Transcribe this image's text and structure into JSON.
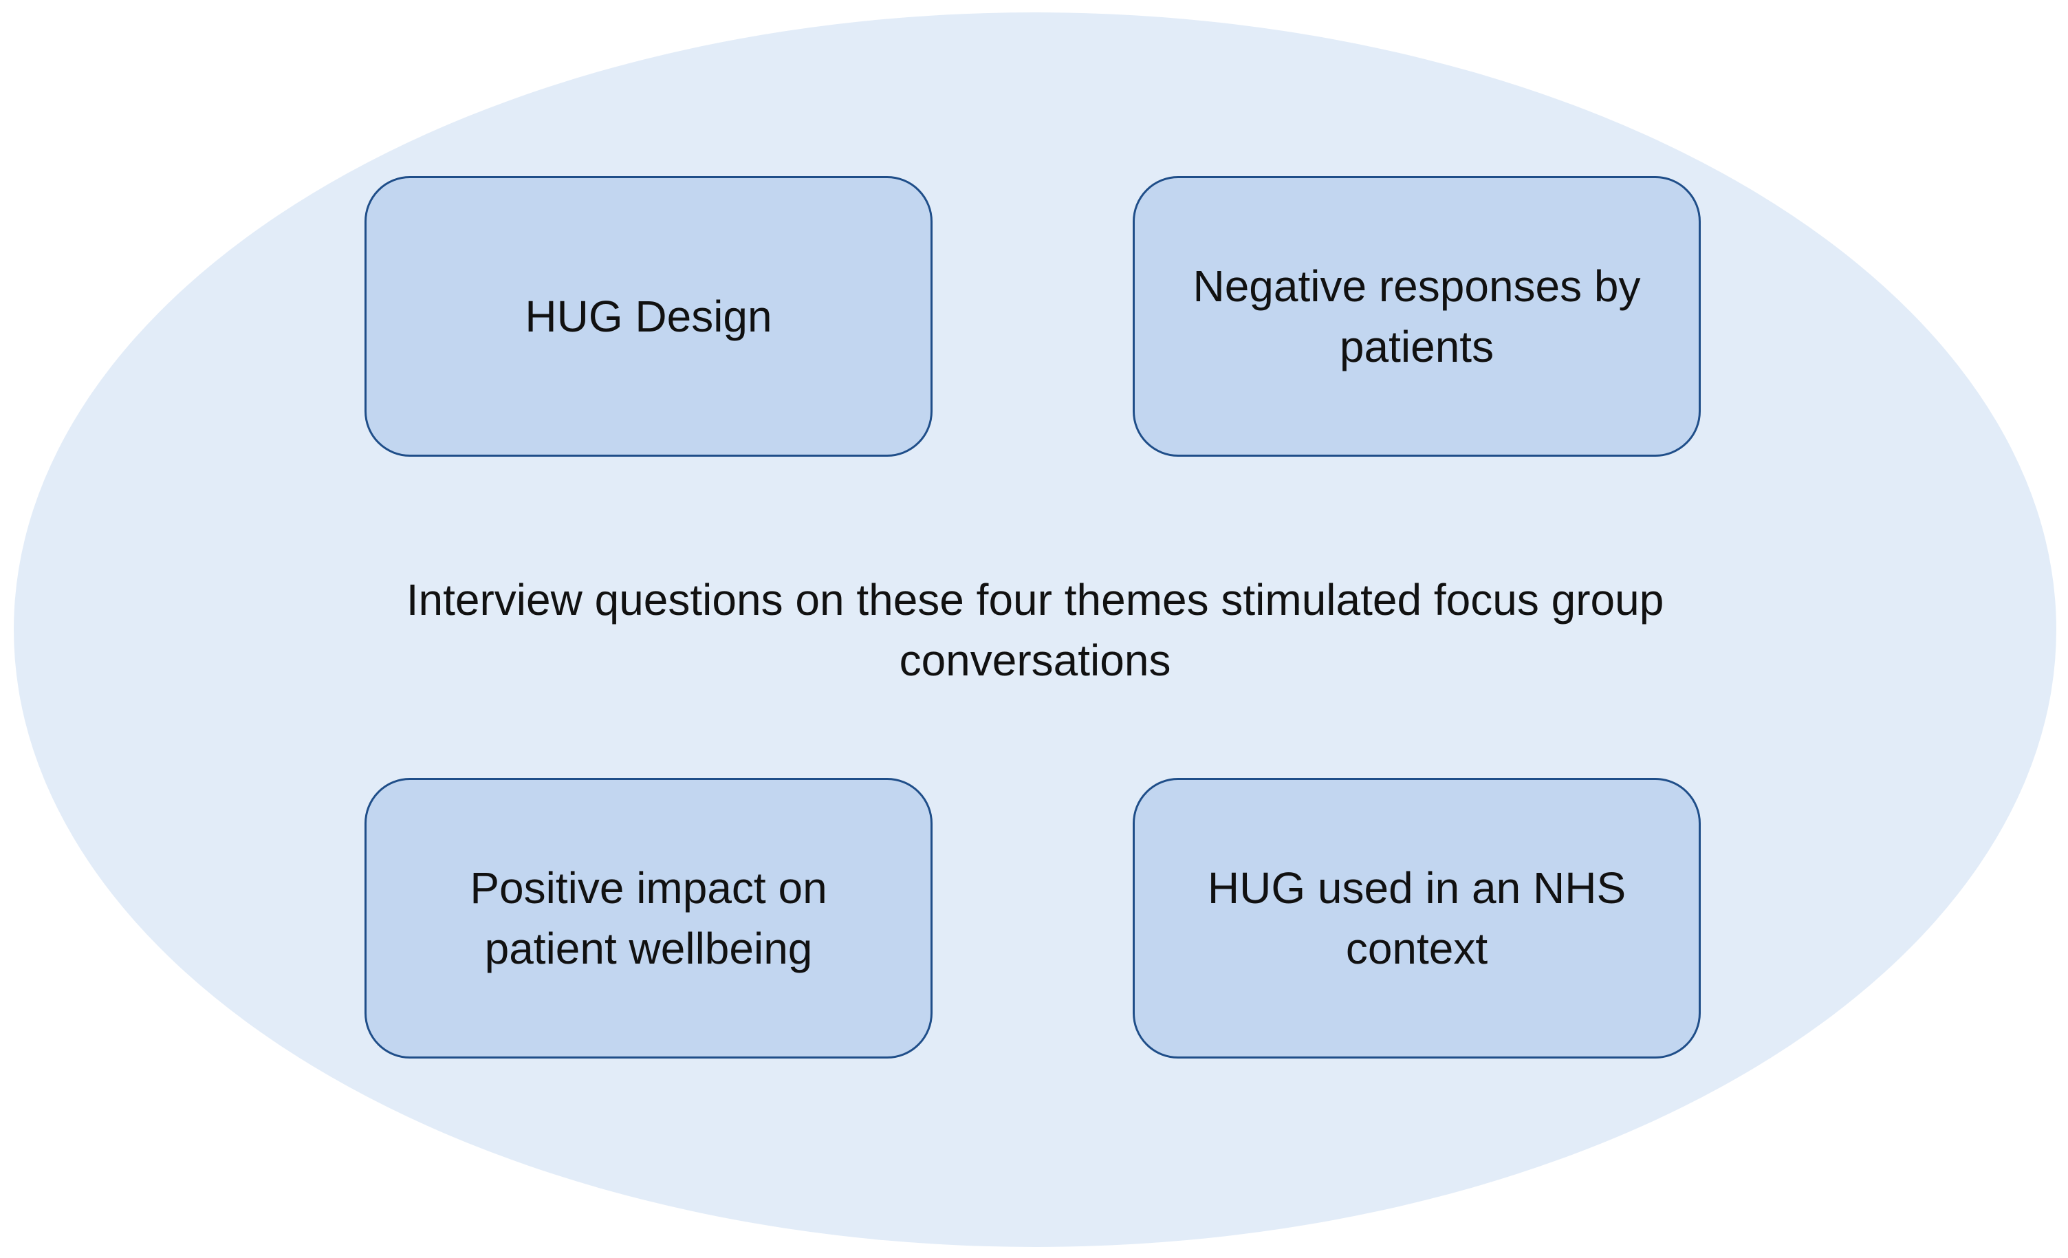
{
  "themes": {
    "top_left": "HUG Design",
    "top_right": "Negative responses by patients",
    "bottom_left": "Positive impact on patient wellbeing",
    "bottom_right": "HUG used in an NHS context"
  },
  "center_text": "Interview questions on these four themes stimulated focus group conversations",
  "colors": {
    "ellipse_fill": "#e2ecf8",
    "box_fill": "#c2d6f0",
    "box_border": "#1f4e89",
    "text": "#111111"
  }
}
